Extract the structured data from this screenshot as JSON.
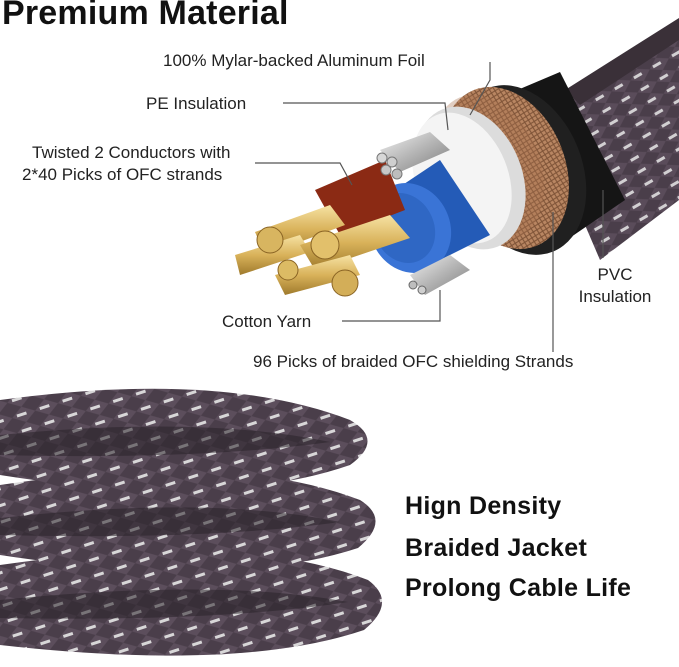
{
  "header": {
    "title": "Premium Material"
  },
  "callouts": {
    "foil": "100% Mylar-backed Aluminum Foil",
    "pe": "PE Insulation",
    "conductors_line1": "Twisted 2 Conductors with",
    "conductors_line2": "2*40 Picks of OFC strands",
    "cotton": "Cotton Yarn",
    "braid": "96 Picks of braided OFC shielding Strands",
    "pvc_line1": "PVC",
    "pvc_line2": "Insulation"
  },
  "features": {
    "line1": "Hign Density",
    "line2": "Braided Jacket",
    "line3": "Prolong Cable Life"
  },
  "colors": {
    "jacket": "#4a3e4a",
    "jacket_stripe": "#e6e6e6",
    "pvc": "#151515",
    "copper_braid": "#b98662",
    "blue_insulation": "#2f67c4",
    "red_insulation": "#8b2a14",
    "gold_strands": "#e2c06b",
    "leader_line": "#555555"
  }
}
